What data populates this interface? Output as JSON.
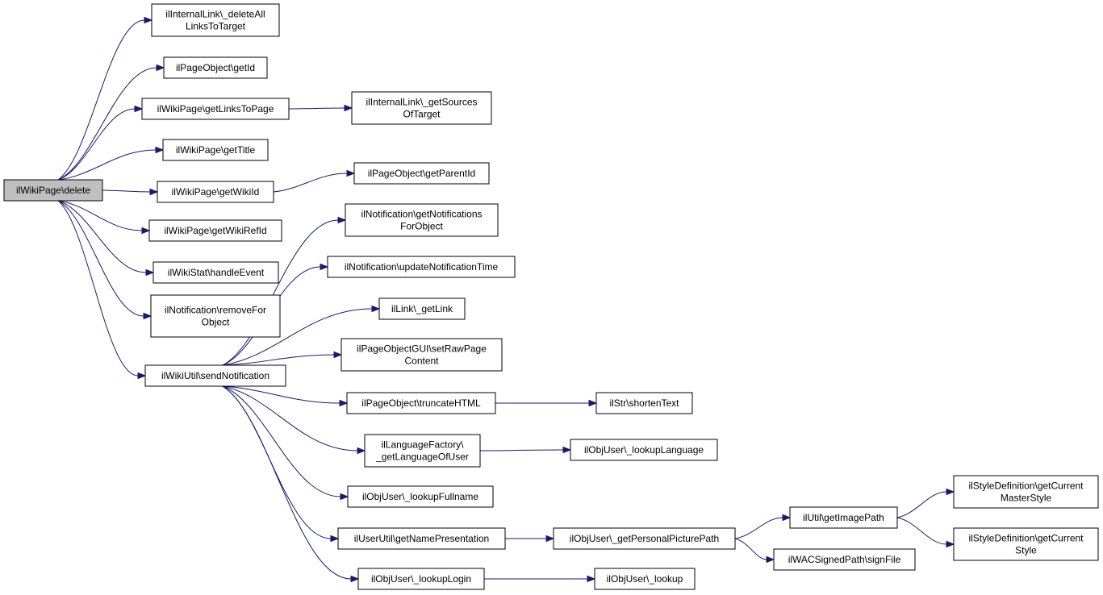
{
  "colors": {
    "edge": "#191970",
    "root_fill": "#bfbfbf",
    "node_fill": "#ffffff",
    "border": "#000000"
  },
  "nodes": [
    {
      "id": "delete",
      "lines": [
        "ilWikiPage\\delete"
      ],
      "root": true
    },
    {
      "id": "deleteAllLinks",
      "lines": [
        "ilInternalLink\\_deleteAll",
        "LinksToTarget"
      ]
    },
    {
      "id": "getId",
      "lines": [
        "ilPageObject\\getId"
      ]
    },
    {
      "id": "getLinksToPage",
      "lines": [
        "ilWikiPage\\getLinksToPage"
      ]
    },
    {
      "id": "getSources",
      "lines": [
        "ilInternalLink\\_getSources",
        "OfTarget"
      ]
    },
    {
      "id": "getTitle",
      "lines": [
        "ilWikiPage\\getTitle"
      ]
    },
    {
      "id": "getWikiId",
      "lines": [
        "ilWikiPage\\getWikiId"
      ]
    },
    {
      "id": "getParentId",
      "lines": [
        "ilPageObject\\getParentId"
      ]
    },
    {
      "id": "getWikiRefId",
      "lines": [
        "ilWikiPage\\getWikiRefId"
      ]
    },
    {
      "id": "handleEvent",
      "lines": [
        "ilWikiStat\\handleEvent"
      ]
    },
    {
      "id": "removeFor",
      "lines": [
        "ilNotification\\removeFor",
        "Object"
      ]
    },
    {
      "id": "sendNotification",
      "lines": [
        "ilWikiUtil\\sendNotification"
      ]
    },
    {
      "id": "getNotifications",
      "lines": [
        "ilNotification\\getNotifications",
        "ForObject"
      ]
    },
    {
      "id": "updateNotif",
      "lines": [
        "ilNotification\\updateNotificationTime"
      ]
    },
    {
      "id": "getLink",
      "lines": [
        "ilLink\\_getLink"
      ]
    },
    {
      "id": "setRawPage",
      "lines": [
        "ilPageObjectGUI\\setRawPage",
        "Content"
      ]
    },
    {
      "id": "truncateHTML",
      "lines": [
        "ilPageObject\\truncateHTML"
      ]
    },
    {
      "id": "shortenText",
      "lines": [
        "ilStr\\shortenText"
      ]
    },
    {
      "id": "getLanguageOfUser",
      "lines": [
        "ilLanguageFactory\\",
        "_getLanguageOfUser"
      ]
    },
    {
      "id": "lookupLanguage",
      "lines": [
        "ilObjUser\\_lookupLanguage"
      ]
    },
    {
      "id": "lookupFullname",
      "lines": [
        "ilObjUser\\_lookupFullname"
      ]
    },
    {
      "id": "getNamePres",
      "lines": [
        "ilUserUtil\\getNamePresentation"
      ]
    },
    {
      "id": "getPersonalPic",
      "lines": [
        "ilObjUser\\_getPersonalPicturePath"
      ]
    },
    {
      "id": "getImagePath",
      "lines": [
        "ilUtil\\getImagePath"
      ]
    },
    {
      "id": "masterStyle",
      "lines": [
        "ilStyleDefinition\\getCurrent",
        "MasterStyle"
      ]
    },
    {
      "id": "currentStyle",
      "lines": [
        "ilStyleDefinition\\getCurrent",
        "Style"
      ]
    },
    {
      "id": "signFile",
      "lines": [
        "ilWACSignedPath\\signFile"
      ]
    },
    {
      "id": "lookupLogin",
      "lines": [
        "ilObjUser\\_lookupLogin"
      ]
    },
    {
      "id": "lookup",
      "lines": [
        "ilObjUser\\_lookup"
      ]
    }
  ],
  "edges": [
    [
      "delete",
      "deleteAllLinks"
    ],
    [
      "delete",
      "getId"
    ],
    [
      "delete",
      "getLinksToPage"
    ],
    [
      "delete",
      "getTitle"
    ],
    [
      "delete",
      "getWikiId"
    ],
    [
      "delete",
      "getWikiRefId"
    ],
    [
      "delete",
      "handleEvent"
    ],
    [
      "delete",
      "removeFor"
    ],
    [
      "delete",
      "sendNotification"
    ],
    [
      "getLinksToPage",
      "getSources"
    ],
    [
      "getWikiId",
      "getParentId"
    ],
    [
      "sendNotification",
      "getNotifications"
    ],
    [
      "sendNotification",
      "updateNotif"
    ],
    [
      "sendNotification",
      "getLink"
    ],
    [
      "sendNotification",
      "setRawPage"
    ],
    [
      "sendNotification",
      "truncateHTML"
    ],
    [
      "sendNotification",
      "getLanguageOfUser"
    ],
    [
      "sendNotification",
      "lookupFullname"
    ],
    [
      "sendNotification",
      "getNamePres"
    ],
    [
      "sendNotification",
      "lookupLogin"
    ],
    [
      "truncateHTML",
      "shortenText"
    ],
    [
      "getLanguageOfUser",
      "lookupLanguage"
    ],
    [
      "getNamePres",
      "getPersonalPic"
    ],
    [
      "getPersonalPic",
      "getImagePath"
    ],
    [
      "getPersonalPic",
      "signFile"
    ],
    [
      "getImagePath",
      "masterStyle"
    ],
    [
      "getImagePath",
      "currentStyle"
    ],
    [
      "lookupLogin",
      "lookup"
    ]
  ]
}
